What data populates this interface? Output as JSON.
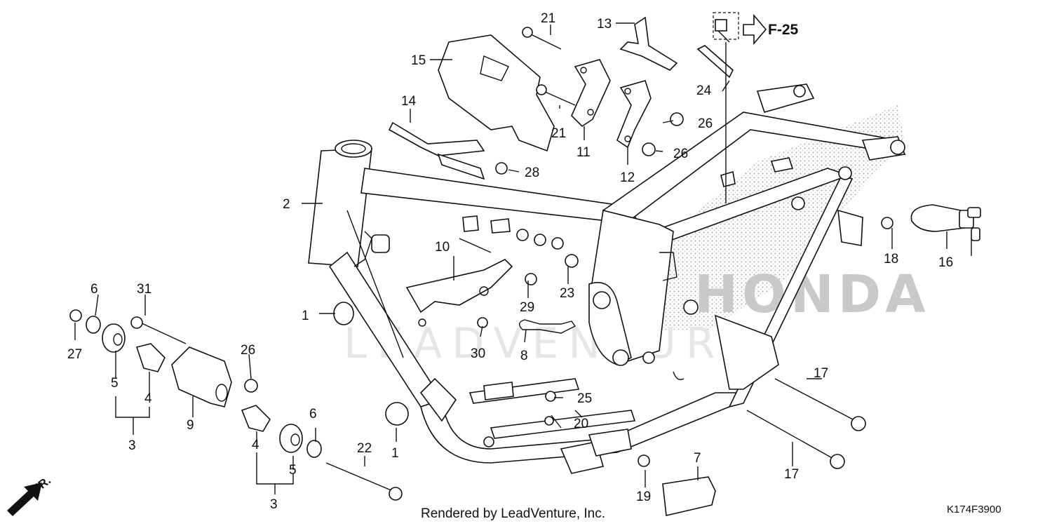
{
  "callouts": [
    "1",
    "2",
    "3",
    "4",
    "5",
    "6",
    "7",
    "8",
    "9",
    "10",
    "11",
    "12",
    "13",
    "14",
    "15",
    "16",
    "17",
    "18",
    "19",
    "20",
    "21",
    "22",
    "23",
    "24",
    "25",
    "26",
    "27",
    "28",
    "29",
    "30",
    "31"
  ],
  "reference": "F-25",
  "direction_label": "FR.",
  "credit": "Rendered by LeadVenture, Inc.",
  "diagram_code": "K174F3900",
  "watermark": "LEADVENTURE",
  "background_brand": "HONDA"
}
